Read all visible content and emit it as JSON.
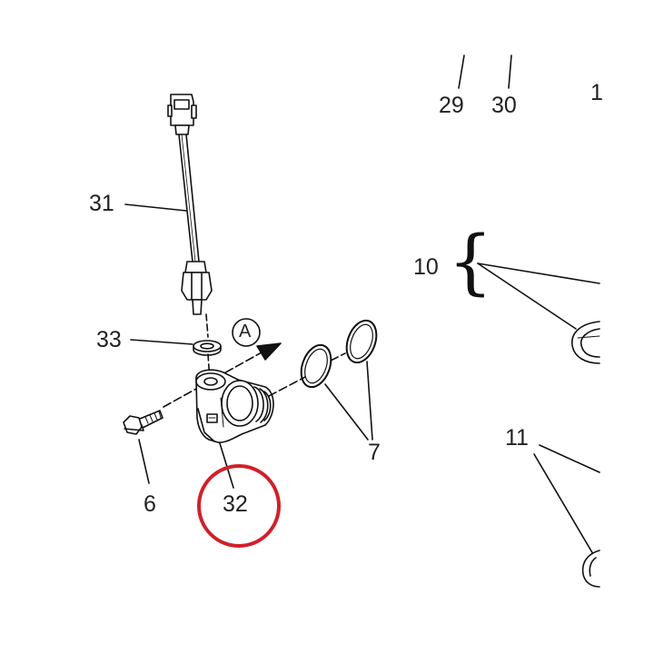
{
  "diagram": {
    "callouts": {
      "c29": "29",
      "c30": "30",
      "c1": "1",
      "c31": "31",
      "c10": "10",
      "c33": "33",
      "cA": "A",
      "c6": "6",
      "c7": "7",
      "c32": "32",
      "c11": "11"
    },
    "brace_glyph": "{",
    "highlight_color": "#d0202a",
    "highlighted_callout": "32"
  }
}
